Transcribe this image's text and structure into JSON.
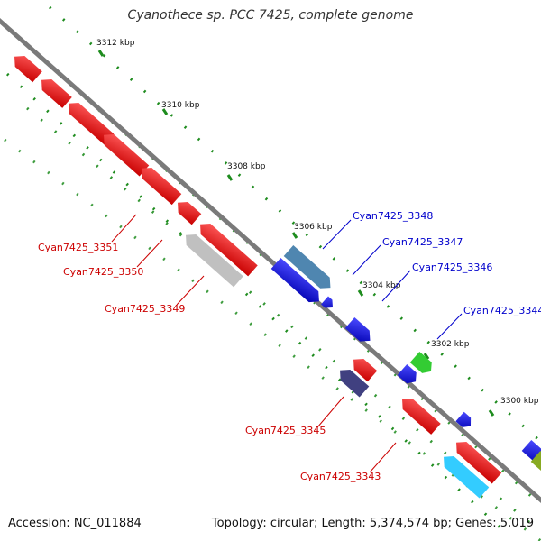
{
  "title": "Cyanothece sp. PCC 7425, complete genome",
  "accession_text": "Accession: NC_011884",
  "topology_text": "Topology: circular; Length: 5,374,574 bp; Genes: 5,019",
  "scale_ticks": [
    "3312 kbp",
    "3310 kbp",
    "3308 kbp",
    "3306 kbp",
    "3304 kbp",
    "3302 kbp",
    "3300 kbp"
  ],
  "colors": {
    "backbone": "#7a7a7a",
    "tick_dots": "#1e8c1e",
    "reverse_label": "#cc0000",
    "forward_label": "#0000cc",
    "red_gene": "#ff0000",
    "blue_gene": "#0000ff",
    "steel_gene": "#4f86b0",
    "gray_gene": "#c0c0c0",
    "navy_gene": "#404080",
    "green_gene": "#33cc33",
    "cyan_gene": "#33ccff",
    "olive_gene": "#88aa22"
  },
  "gene_labels": {
    "forward": [
      "Cyan7425_3348",
      "Cyan7425_3347",
      "Cyan7425_3346",
      "Cyan7425_3344"
    ],
    "reverse": [
      "Cyan7425_3351",
      "Cyan7425_3350",
      "Cyan7425_3349",
      "Cyan7425_3345",
      "Cyan7425_3343"
    ]
  }
}
